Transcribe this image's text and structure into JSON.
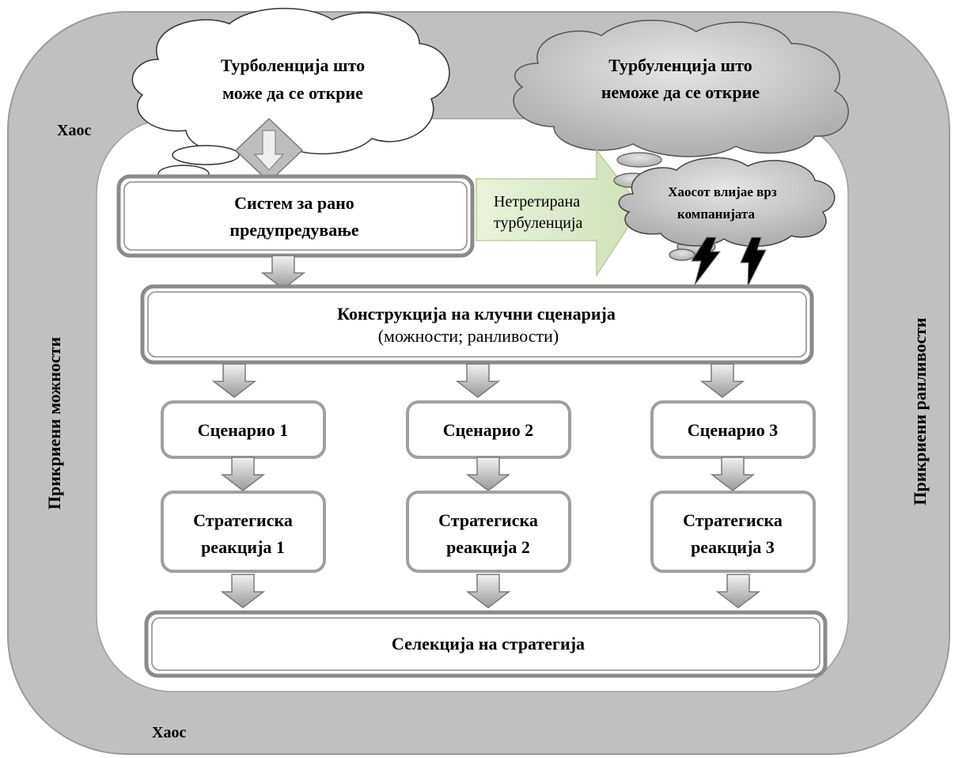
{
  "labels": {
    "chaos_top": "Хаос",
    "chaos_bottom": "Хаос",
    "left_side": "Прикриени можности",
    "right_side": "Прикриени ранливости"
  },
  "clouds": {
    "detectable_line1": "Турболенција што",
    "detectable_line2": "може да се открие",
    "undetectable_line1": "Турбуленција што",
    "undetectable_line2": "неможе да се открие",
    "impact_line1": "Хаосот влијае врз",
    "impact_line2": "компанијата"
  },
  "arrow_untreated": {
    "line1": "Нетретирана",
    "line2": "турбуленција"
  },
  "boxes": {
    "early_warning_line1": "Систем за рано",
    "early_warning_line2": "предупредување",
    "scenarios_title": "Конструкција на клучни сценарија",
    "scenarios_sub": "(можности; ранливости)",
    "scenario_1": "Сценарио 1",
    "scenario_2": "Сценарио 2",
    "scenario_3": "Сценарио 3",
    "reaction_1_line1": "Стратегиска",
    "reaction_1_line2": "реакција 1",
    "reaction_2_line1": "Стратегиска",
    "reaction_2_line2": "реакција 2",
    "reaction_3_line1": "Стратегиска",
    "reaction_3_line2": "реакција 3",
    "selection": "Селекција на стратегија"
  },
  "colors": {
    "frame_fill": "#c0c0c0",
    "box_border": "#8a8a8a",
    "cloud_gray": "#bdbdbd",
    "arrow_green": "#dcebc8"
  }
}
